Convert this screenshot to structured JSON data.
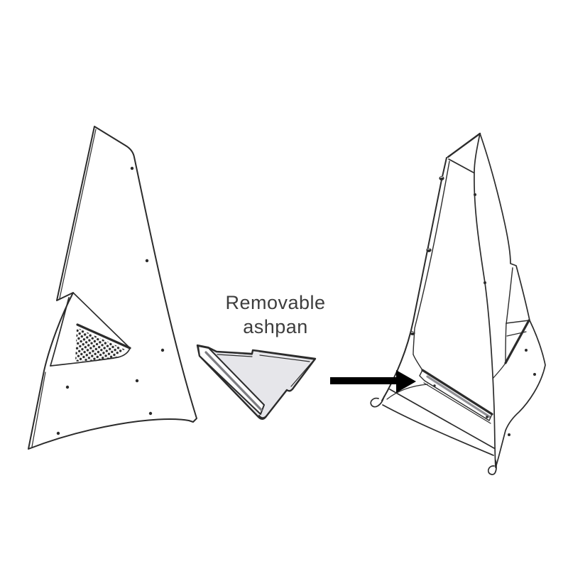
{
  "annotation": {
    "line1": "Removable",
    "line2": "ashpan"
  },
  "icons": {
    "arrow": "insertion-arrow-right"
  },
  "colors": {
    "background": "#ffffff",
    "line": "#2b2b2b",
    "text": "#3d3d3d",
    "ashpan_fill": "#e6e6ea",
    "ashpan_stripe": "#7d7d82",
    "slot_stripe": "#909095",
    "arrow": "#000000"
  }
}
